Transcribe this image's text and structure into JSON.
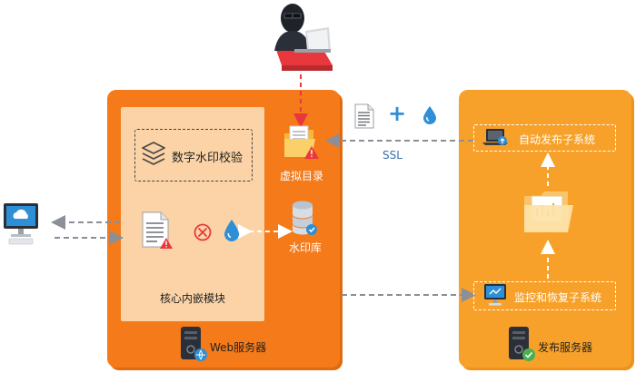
{
  "diagram": {
    "watermark_verify": "数字水印校验",
    "core_module": "核心内嵌模块",
    "web_server": "Web服务器",
    "virtual_directory": "虚拟目录",
    "watermark_db": "水印库",
    "ssl": "SSL",
    "auto_publish": "自动发布子系统",
    "monitor_restore": "监控和恢复子系统",
    "release_server": "发布服务器"
  },
  "colors": {
    "web_server": "#f47a1a",
    "core_panel": "#fbd3a6",
    "release_server": "#f7a12a",
    "attack_arrow": "#e8383d",
    "dashed_arrow": "#8a8f98",
    "water_drop": "#2f8fd6"
  },
  "icons": [
    "hacker-icon",
    "document-icon",
    "plus-icon",
    "water-drop-icon",
    "folder-icon",
    "database-icon",
    "block-icon",
    "layers-icon",
    "client-monitor-icon",
    "server-tower-icon",
    "laptop-icon",
    "monitor-icon"
  ]
}
